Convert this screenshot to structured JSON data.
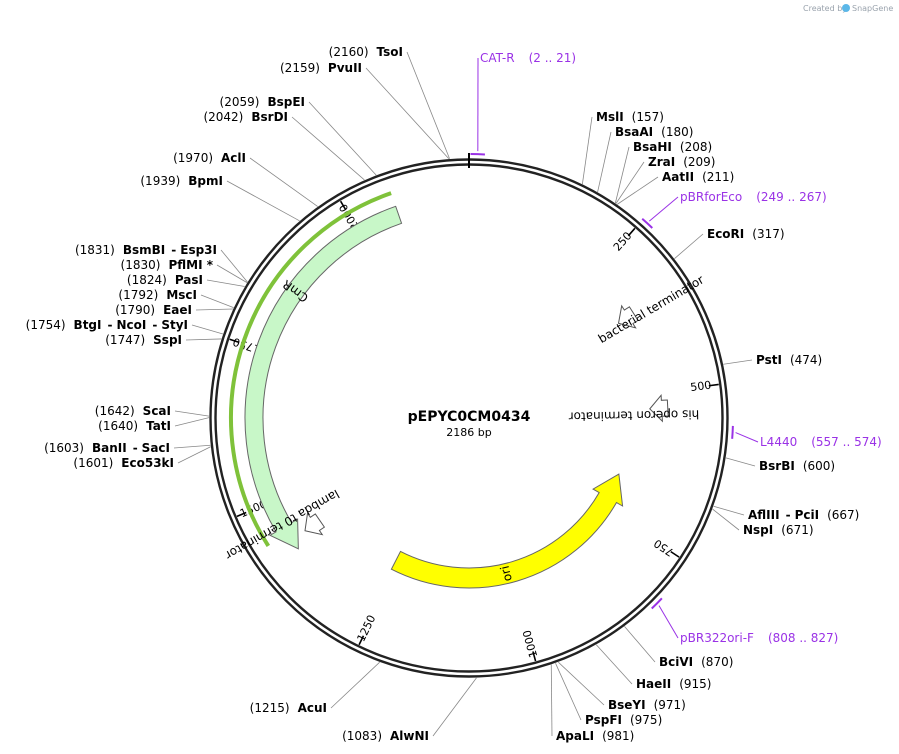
{
  "credit": {
    "text": "Created by",
    "brand": "SnapGene"
  },
  "plasmid": {
    "name": "pEPYC0CM0434",
    "length_bp": 2186,
    "size_label": "2186 bp"
  },
  "colors": {
    "backbone": "#222222",
    "primer": "#9a32e6",
    "cmr_fill": "#c8f7c8",
    "ori_fill": "#ffff00",
    "selected_outline": "#7fc23a"
  },
  "ticks": [
    250,
    500,
    750,
    1000,
    1250,
    1500,
    1750,
    2000
  ],
  "features": [
    {
      "name": "CmR",
      "start": 1412,
      "end": 2070,
      "direction": "reverse",
      "color": "#c8f7c8"
    },
    {
      "name": "ori",
      "start": 671,
      "end": 1258,
      "direction": "reverse",
      "color": "#ffff00"
    },
    {
      "name": "bacterial terminator",
      "start": 350,
      "end": 369,
      "direction": "forward",
      "color": "#ffffff"
    },
    {
      "name": "his operon terminator",
      "start": 506,
      "end": 540,
      "direction": "forward",
      "color": "#ffffff"
    },
    {
      "name": "lambda t0 terminator",
      "start": 1400,
      "end": 1460,
      "direction": "reverse",
      "color": "#ffffff"
    }
  ],
  "primers": [
    {
      "name": "CAT-R",
      "range": "(2 .. 21)",
      "start": 2,
      "end": 21
    },
    {
      "name": "pBRforEco",
      "range": "(249 .. 267)",
      "start": 249,
      "end": 267
    },
    {
      "name": "L4440",
      "range": "(557 .. 574)",
      "start": 557,
      "end": 574
    },
    {
      "name": "pBR322ori-F",
      "range": "(808 .. 827)",
      "start": 808,
      "end": 827
    }
  ],
  "sites": [
    {
      "side": "right",
      "parts": [
        "MslI"
      ],
      "pos": "(157)",
      "site": 157
    },
    {
      "side": "right",
      "parts": [
        "BsaAI"
      ],
      "pos": "(180)",
      "site": 180
    },
    {
      "side": "right",
      "parts": [
        "BsaHI"
      ],
      "pos": "(208)",
      "site": 208
    },
    {
      "side": "right",
      "parts": [
        "ZraI"
      ],
      "pos": "(209)",
      "site": 209
    },
    {
      "side": "right",
      "parts": [
        "AatII"
      ],
      "pos": "(211)",
      "site": 211
    },
    {
      "side": "right",
      "parts": [
        "EcoRI"
      ],
      "pos": "(317)",
      "site": 317
    },
    {
      "side": "right",
      "parts": [
        "PstI"
      ],
      "pos": "(474)",
      "site": 474
    },
    {
      "side": "right",
      "parts": [
        "BsrBI"
      ],
      "pos": "(600)",
      "site": 600
    },
    {
      "side": "right",
      "parts": [
        "AflIII",
        "PciI"
      ],
      "pos": "(667)",
      "site": 667
    },
    {
      "side": "right",
      "parts": [
        "NspI"
      ],
      "pos": "(671)",
      "site": 671
    },
    {
      "side": "right",
      "parts": [
        "BciVI"
      ],
      "pos": "(870)",
      "site": 870
    },
    {
      "side": "right",
      "parts": [
        "HaeII"
      ],
      "pos": "(915)",
      "site": 915
    },
    {
      "side": "right",
      "parts": [
        "BseYI"
      ],
      "pos": "(971)",
      "site": 971
    },
    {
      "side": "right",
      "parts": [
        "PspFI"
      ],
      "pos": "(975)",
      "site": 975
    },
    {
      "side": "right",
      "parts": [
        "ApaLI"
      ],
      "pos": "(981)",
      "site": 981
    },
    {
      "side": "left",
      "parts": [
        "AlwNI"
      ],
      "pos": "(1083)",
      "site": 1083
    },
    {
      "side": "left",
      "parts": [
        "AcuI"
      ],
      "pos": "(1215)",
      "site": 1215
    },
    {
      "side": "left",
      "parts": [
        "Eco53kI"
      ],
      "pos": "(1601)",
      "site": 1601
    },
    {
      "side": "left",
      "parts": [
        "BanII",
        "SacI"
      ],
      "pos": "(1603)",
      "site": 1603
    },
    {
      "side": "left",
      "parts": [
        "TatI"
      ],
      "pos": "(1640)",
      "site": 1640
    },
    {
      "side": "left",
      "parts": [
        "ScaI"
      ],
      "pos": "(1642)",
      "site": 1642
    },
    {
      "side": "left",
      "parts": [
        "SspI"
      ],
      "pos": "(1747)",
      "site": 1747
    },
    {
      "side": "left",
      "parts": [
        "BtgI",
        "NcoI",
        "StyI"
      ],
      "pos": "(1754)",
      "site": 1754
    },
    {
      "side": "left",
      "parts": [
        "EaeI"
      ],
      "pos": "(1790)",
      "site": 1790
    },
    {
      "side": "left",
      "parts": [
        "MscI"
      ],
      "pos": "(1792)",
      "site": 1792
    },
    {
      "side": "left",
      "parts": [
        "PasI"
      ],
      "pos": "(1824)",
      "site": 1824
    },
    {
      "side": "left",
      "parts": [
        "PflMI *"
      ],
      "pos": "(1830)",
      "site": 1830
    },
    {
      "side": "left",
      "parts": [
        "BsmBI",
        "Esp3I"
      ],
      "pos": "(1831)",
      "site": 1831
    },
    {
      "side": "left",
      "parts": [
        "BpmI"
      ],
      "pos": "(1939)",
      "site": 1939
    },
    {
      "side": "left",
      "parts": [
        "AclI"
      ],
      "pos": "(1970)",
      "site": 1970
    },
    {
      "side": "left",
      "parts": [
        "BsrDI"
      ],
      "pos": "(2042)",
      "site": 2042
    },
    {
      "side": "left",
      "parts": [
        "BspEI"
      ],
      "pos": "(2059)",
      "site": 2059
    },
    {
      "side": "left",
      "parts": [
        "PvuII"
      ],
      "pos": "(2159)",
      "site": 2159
    },
    {
      "side": "left",
      "parts": [
        "TsoI"
      ],
      "pos": "(2160)",
      "site": 2160
    }
  ]
}
